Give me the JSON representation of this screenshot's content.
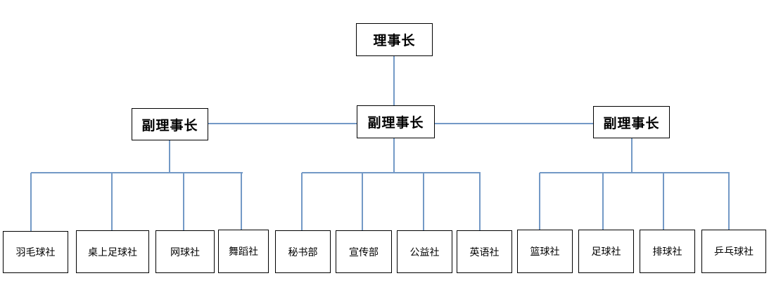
{
  "org_chart": {
    "chairman": {
      "label": "理事长"
    },
    "vice_chairmen": [
      {
        "label": "副理事长",
        "clubs": [
          {
            "label": "羽毛球社"
          },
          {
            "label": "桌上足球社"
          },
          {
            "label": "网球社"
          },
          {
            "label": "舞蹈社"
          }
        ]
      },
      {
        "label": "副理事长",
        "clubs": [
          {
            "label": "秘书部"
          },
          {
            "label": "宣传部"
          },
          {
            "label": "公益社"
          },
          {
            "label": "英语社"
          }
        ]
      },
      {
        "label": "副理事长",
        "clubs": [
          {
            "label": "篮球社"
          },
          {
            "label": "足球社"
          },
          {
            "label": "排球社"
          },
          {
            "label": "乒乓球社"
          }
        ]
      }
    ],
    "line_color": "#7399c6",
    "box_border_color": "#000000"
  }
}
